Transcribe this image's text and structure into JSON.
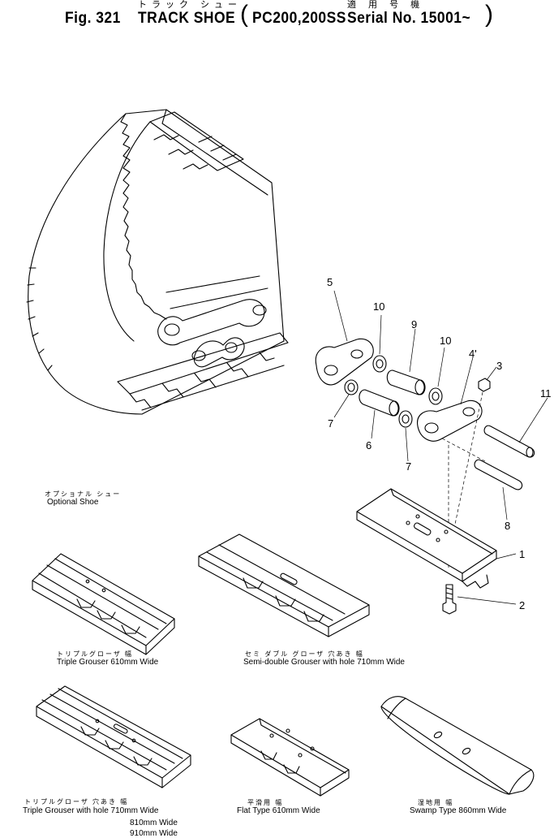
{
  "header": {
    "jp_left": "トラック シュー",
    "jp_right": "適 用 号 機",
    "fig_label": "Fig. 321",
    "title": "TRACK SHOE",
    "model": "PC200,200SS",
    "serial": "Serial No. 15001~"
  },
  "callouts": {
    "n1": "1",
    "n2": "2",
    "n3": "3",
    "n4p": "4'",
    "n5": "5",
    "n6": "6",
    "n7a": "7",
    "n7b": "7",
    "n8": "8",
    "n9": "9",
    "n10a": "10",
    "n10b": "10",
    "n11": "11"
  },
  "optional": {
    "jp": "オプショナル シュー",
    "en": "Optional Shoe"
  },
  "shoes": {
    "triple_610": {
      "jp": "トリプルグローザ 幅",
      "en": "Triple Grouser 610mm Wide"
    },
    "semi_710": {
      "jp": "セミ ダブル グローザ 穴あき 幅",
      "en": "Semi-double Grouser with hole 710mm Wide"
    },
    "triple_hole": {
      "jp": "トリプルグローザ 穴あき 幅",
      "en": "Triple Grouser with hole 710mm Wide",
      "en2": "810mm Wide",
      "en3": "910mm Wide"
    },
    "flat_610": {
      "jp": "平滑用 幅",
      "en": "Flat Type 610mm Wide"
    },
    "swamp_860": {
      "jp": "湿地用 幅",
      "en": "Swamp Type 860mm Wide"
    }
  }
}
